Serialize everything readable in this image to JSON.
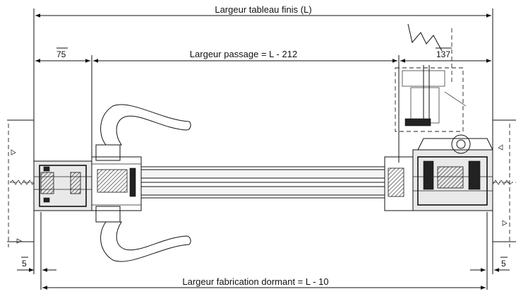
{
  "dimensions": {
    "overall_label": "Largeur tableau finis (L)",
    "passage_label": "Largeur passage = L - 212",
    "fabrication_label": "Largeur fabrication dormant = L - 10",
    "left_offset": "75",
    "right_offset": "137",
    "left_gap": "5",
    "right_gap": "5"
  }
}
